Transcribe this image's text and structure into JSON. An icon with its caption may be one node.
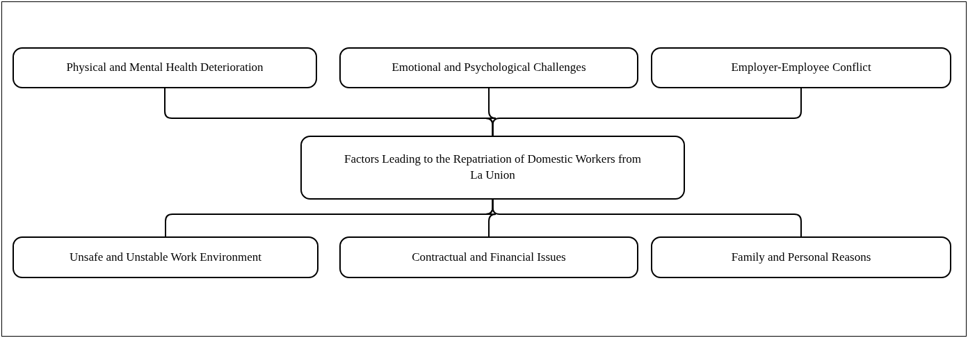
{
  "diagram": {
    "nodes": [
      {
        "text": [
          "Physical and Mental Health Deterioration"
        ]
      },
      {
        "text": [
          "Emotional and Psychological Challenges"
        ]
      },
      {
        "text": [
          "Employer-Employee Conflict"
        ]
      },
      {
        "text": [
          "Factors Leading to the Repatriation of Domestic Workers from La Union"
        ]
      },
      {
        "text": [
          "Unsafe and Unstable Work Environment"
        ]
      },
      {
        "text": [
          "Contractual and Financial Issues"
        ]
      },
      {
        "text": [
          "Family and Personal Reasons"
        ]
      }
    ],
    "edges": [
      {
        "from": 0,
        "to": 3,
        "arrow": "none"
      },
      {
        "from": 1,
        "to": 3,
        "arrow": "none"
      },
      {
        "from": 2,
        "to": 3,
        "arrow": "none"
      },
      {
        "from": 3,
        "to": 4,
        "arrow": "none"
      },
      {
        "from": 3,
        "to": 5,
        "arrow": "none"
      },
      {
        "from": 3,
        "to": 6,
        "arrow": "none"
      }
    ]
  }
}
